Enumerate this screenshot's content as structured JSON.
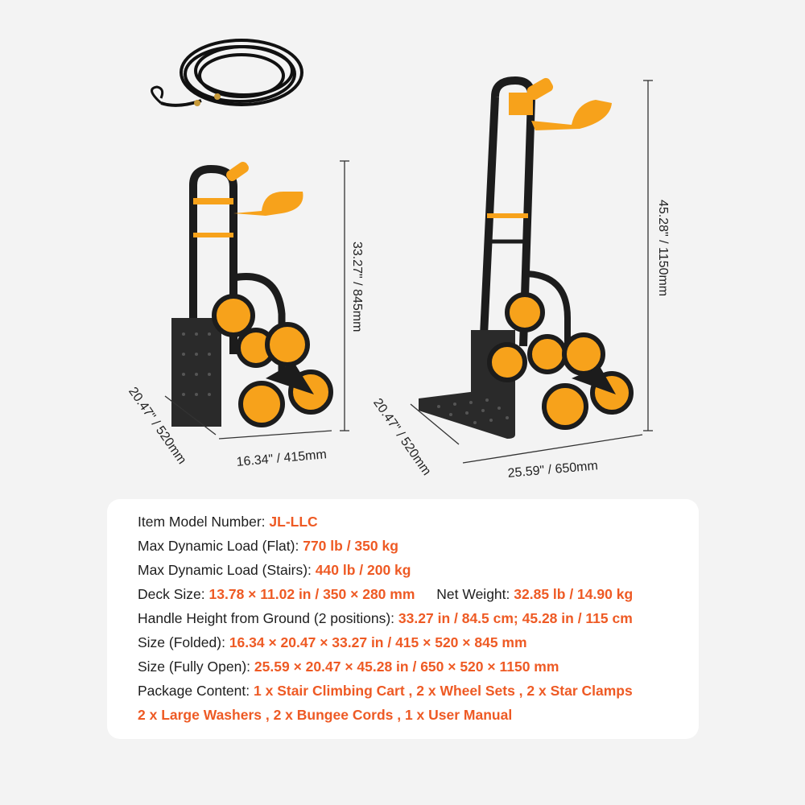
{
  "dimensions": {
    "folded_height": "33.27\" / 845mm",
    "folded_depth": "20.47\" / 520mm",
    "folded_width": "16.34\" / 415mm",
    "open_height": "45.28\" / 1150mm",
    "open_depth": "20.47\" / 520mm",
    "open_width": "25.59\" / 650mm"
  },
  "specs": {
    "model_label": "Item Model Number:",
    "model_value": "JL-LLC",
    "load_flat_label": "Max Dynamic Load (Flat):",
    "load_flat_value": "770 lb / 350 kg",
    "load_stairs_label": "Max Dynamic Load (Stairs):",
    "load_stairs_value": "440 lb / 200 kg",
    "deck_label": "Deck Size:",
    "deck_value": "13.78 × 11.02 in / 350 × 280 mm",
    "net_weight_label": "Net Weight:",
    "net_weight_value": "32.85 lb / 14.90 kg",
    "handle_label": "Handle Height from Ground (2 positions):",
    "handle_value": "33.27 in / 84.5 cm; 45.28 in / 115 cm",
    "folded_label": "Size (Folded):",
    "folded_value": "16.34 × 20.47 × 33.27 in / 415 × 520 × 845 mm",
    "open_label": "Size (Fully Open):",
    "open_value": "25.59 × 20.47 × 45.28 in / 650 × 520 × 1150 mm",
    "package_label": "Package Content:",
    "package_value_1": "1 x Stair Climbing Cart , 2 x Wheel Sets , 2 x Star Clamps",
    "package_value_2": "2 x Large Washers , 2 x Bungee Cords , 1 x User Manual"
  },
  "colors": {
    "accent": "#ee5a24",
    "frame": "#1c1c1c",
    "handle": "#f7a21b",
    "wheel": "#f7a21b"
  }
}
